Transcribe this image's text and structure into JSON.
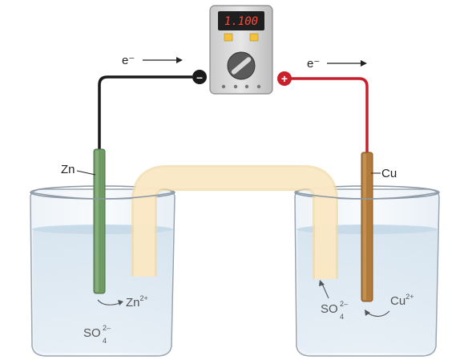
{
  "meter": {
    "display": "1.100"
  },
  "electron_flow": {
    "left": "e⁻",
    "right": "e⁻"
  },
  "terminals": {
    "negative": "–",
    "positive": "+"
  },
  "anode": {
    "label": "Zn",
    "cation": "Zn",
    "cation_charge": "2+",
    "anion": "SO",
    "anion_sub": "4",
    "anion_charge": "2–"
  },
  "cathode": {
    "label": "Cu",
    "cation": "Cu",
    "cation_charge": "2+",
    "anion": "SO",
    "anion_sub": "4",
    "anion_charge": "2–"
  },
  "colors": {
    "zinc": "#6f9a66",
    "copper": "#b07a3a",
    "wire_negative": "#1a1a1a",
    "wire_positive": "#c8202a",
    "salt_bridge": "#fbe5b8",
    "solution": "#dce9f3"
  }
}
